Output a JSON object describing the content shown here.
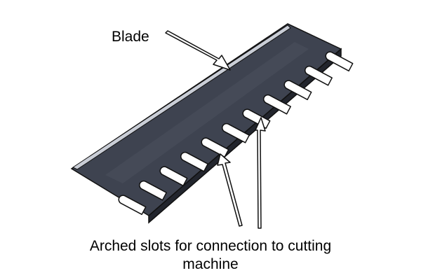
{
  "labels": {
    "blade": "Blade",
    "slots": "Arched slots for connection to cutting machine"
  },
  "colors": {
    "blade_top": "#3e4350",
    "blade_front": "#343842",
    "blade_edge": "#1e2128",
    "blade_highlight": "#c9cdd6",
    "slot_fill": "#ffffff",
    "outline": "#111111",
    "arrow_fill": "#ffffff"
  },
  "slot_count": 11
}
